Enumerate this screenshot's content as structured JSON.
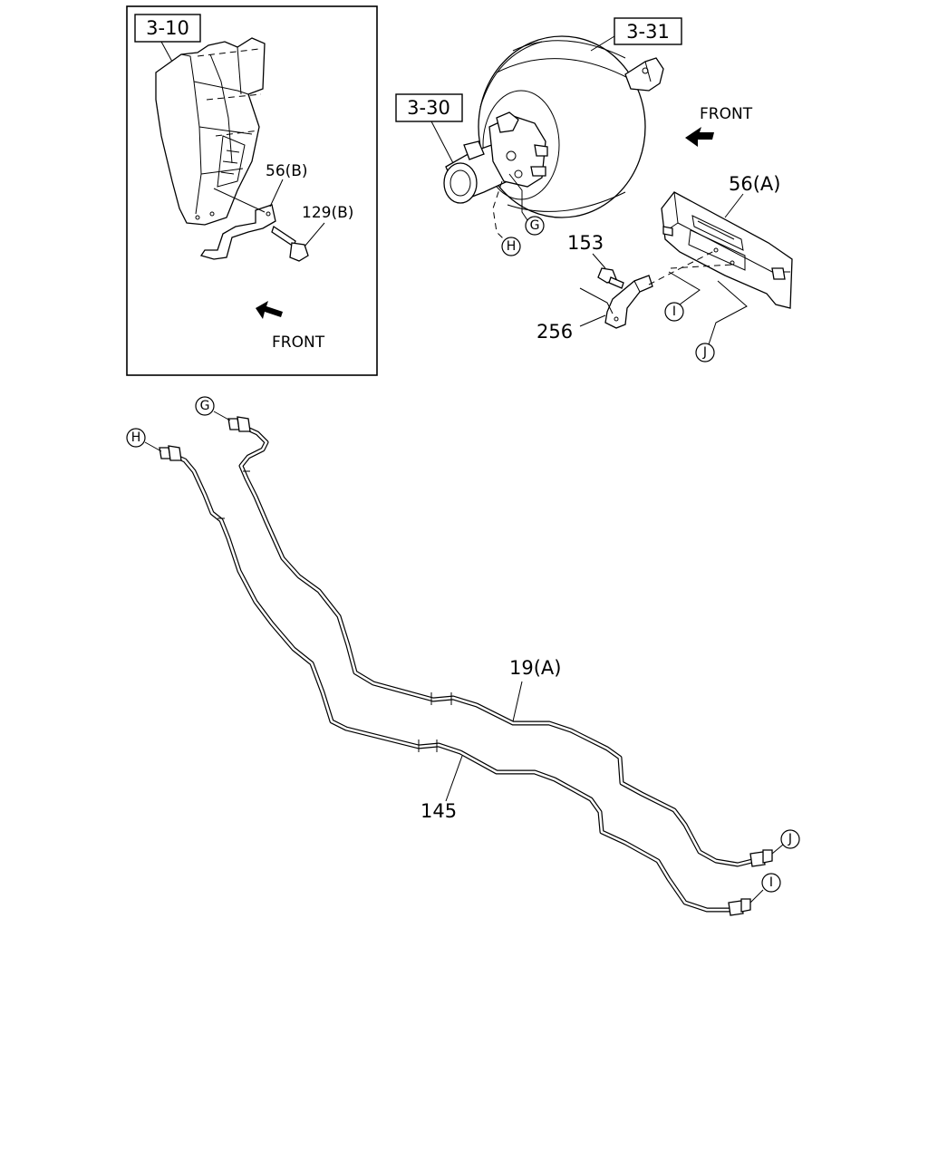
{
  "refs": {
    "ref_3_10": "3-10",
    "ref_3_31": "3-31",
    "ref_3_30": "3-30"
  },
  "labels": {
    "part_56b": "56(B)",
    "part_129b": "129(B)",
    "part_56a": "56(A)",
    "part_153": "153",
    "part_256": "256",
    "part_19a": "19(A)",
    "part_145": "145",
    "front_inset": "FRONT",
    "front_main": "FRONT"
  },
  "connectors": {
    "G": "G",
    "H": "H",
    "I": "I",
    "J": "J"
  }
}
